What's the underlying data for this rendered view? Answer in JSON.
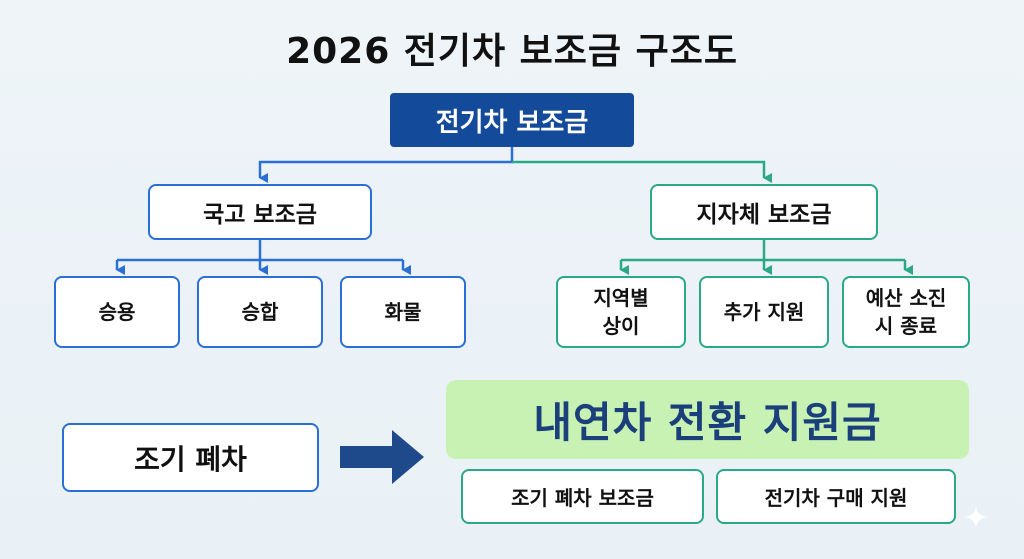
{
  "title": "2026 전기차 보조금 구조도",
  "root": "전기차 보조금",
  "national": {
    "label": "국고 보조금",
    "items": [
      "승용",
      "승합",
      "화물"
    ]
  },
  "local": {
    "label": "지자체 보조금",
    "items": [
      {
        "line1": "지역별",
        "line2": "상이"
      },
      {
        "line1": "추가 지원",
        "line2": ""
      },
      {
        "line1": "예산 소진",
        "line2": "시 종료"
      }
    ]
  },
  "conversion": {
    "source": "조기 폐차",
    "target": "내연차 전환 지원금",
    "parts": [
      "조기 폐차 보조금",
      "전기차 구매 지원"
    ]
  },
  "colors": {
    "navy": "#134a9a",
    "blue": "#2a6fd6",
    "green": "#2aa888",
    "highlight": "#c8f2b4",
    "arrow": "#1e4a8c"
  }
}
